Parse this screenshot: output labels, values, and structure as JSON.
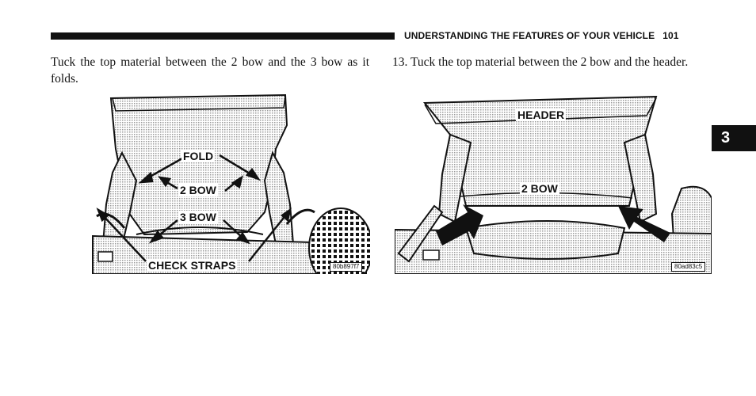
{
  "header": {
    "section_title": "UNDERSTANDING THE FEATURES OF YOUR VEHICLE",
    "page_number": "101"
  },
  "chapter_tab": "3",
  "left_column": {
    "paragraph": "Tuck the top material between the 2 bow and the 3 bow as it folds.",
    "figure": {
      "labels": {
        "fold": "FOLD",
        "bow2": "2 BOW",
        "bow3": "3 BOW",
        "check_straps": "CHECK STRAPS"
      },
      "code": "80b897f7"
    }
  },
  "right_column": {
    "paragraph": "13. Tuck the top material between the 2 bow and the header.",
    "figure": {
      "labels": {
        "header": "HEADER",
        "bow2": "2 BOW"
      },
      "code": "80ad83c5"
    }
  }
}
